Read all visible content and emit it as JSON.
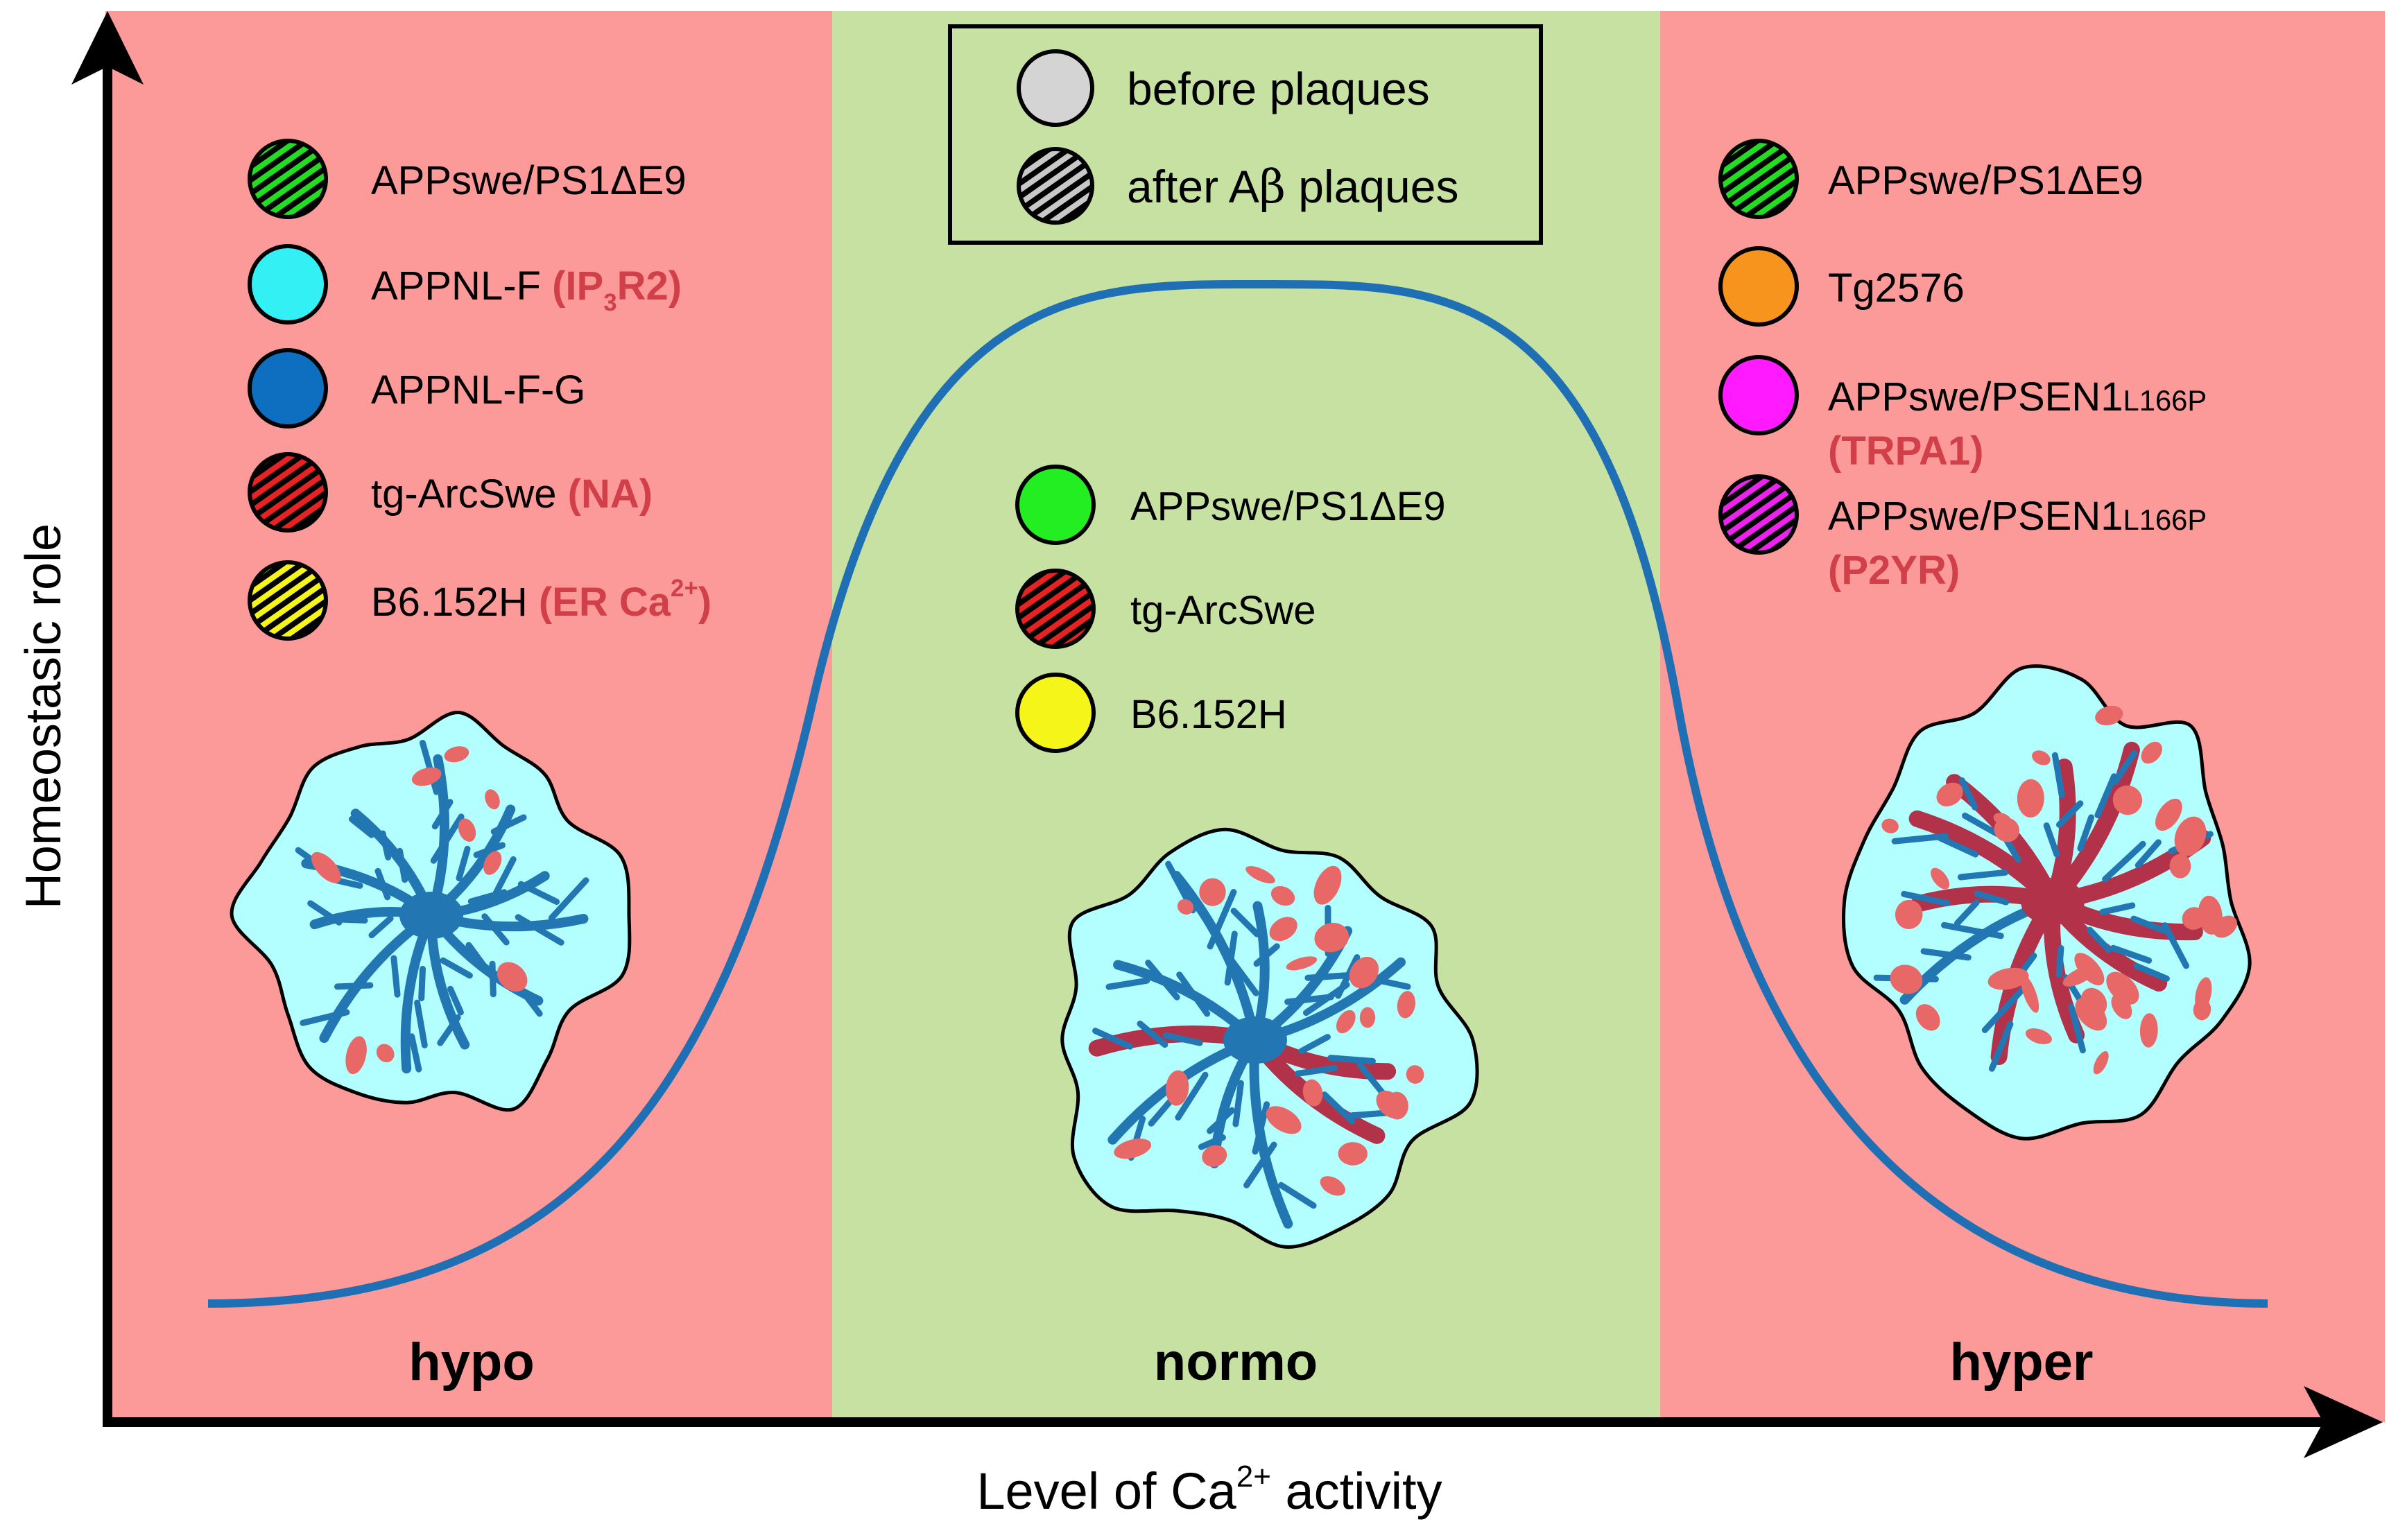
{
  "regions": {
    "hypo": {
      "label": "hypo",
      "color": "#fc9999"
    },
    "normo": {
      "label": "normo",
      "color": "#c7e1a3"
    },
    "hyper": {
      "label": "hyper",
      "color": "#fc9999"
    }
  },
  "axes": {
    "y_label": "Homeostasic role",
    "x_label_prefix": "Level of Ca",
    "x_label_sup": "2+",
    "x_label_suffix": " activity"
  },
  "legend": {
    "before": "before plaques",
    "after_prefix": "after A",
    "after_beta": "β",
    "after_suffix": " plaques"
  },
  "hypo_items": [
    {
      "name": "APPswe/PS1ΔE9",
      "color": "#22dd22",
      "hatched": true
    },
    {
      "name": "APPNL-F",
      "mech": "(IP",
      "mech_sub": "3",
      "mech_tail": "R2)",
      "color": "#33f0f5",
      "hatched": false
    },
    {
      "name": "APPNL-F-G",
      "color": "#0e6fc0",
      "hatched": false
    },
    {
      "name": "tg-ArcSwe",
      "mech": "(NA)",
      "color": "#e82222",
      "hatched": true
    },
    {
      "name": "B6.152H",
      "mech": "(ER Ca",
      "mech_sup": "2+",
      "mech_tail": ")",
      "color": "#f5f51a",
      "hatched": true
    }
  ],
  "normo_items": [
    {
      "name": "APPswe/PS1ΔE9",
      "color": "#22ee22",
      "hatched": false
    },
    {
      "name": "tg-ArcSwe",
      "color": "#e82222",
      "hatched": true
    },
    {
      "name": "B6.152H",
      "color": "#f5f51a",
      "hatched": false
    }
  ],
  "hyper_items": [
    {
      "name": "APPswe/PS1ΔE9",
      "color": "#22dd22",
      "hatched": true
    },
    {
      "name": "Tg2576",
      "color": "#f7941d",
      "hatched": false
    },
    {
      "name": "APPswe/PSEN1",
      "name_sub": "L166P",
      "mech": "(TRPA1)",
      "color": "#ff1aff",
      "hatched": false
    },
    {
      "name": "APPswe/PSEN1",
      "name_sub": "L166P",
      "mech": "(P2YR)",
      "color": "#ee22ee",
      "hatched": true
    }
  ],
  "colors": {
    "curve": "#1f6fb4",
    "cell_fill": "#b3ffff",
    "process": "#2277b3",
    "plaque": "#e86868",
    "reactive": "#b2324a",
    "legend_before": "#d4d4d4",
    "legend_after": "#c8c8c8",
    "mechanism_text": "#d13f48"
  }
}
